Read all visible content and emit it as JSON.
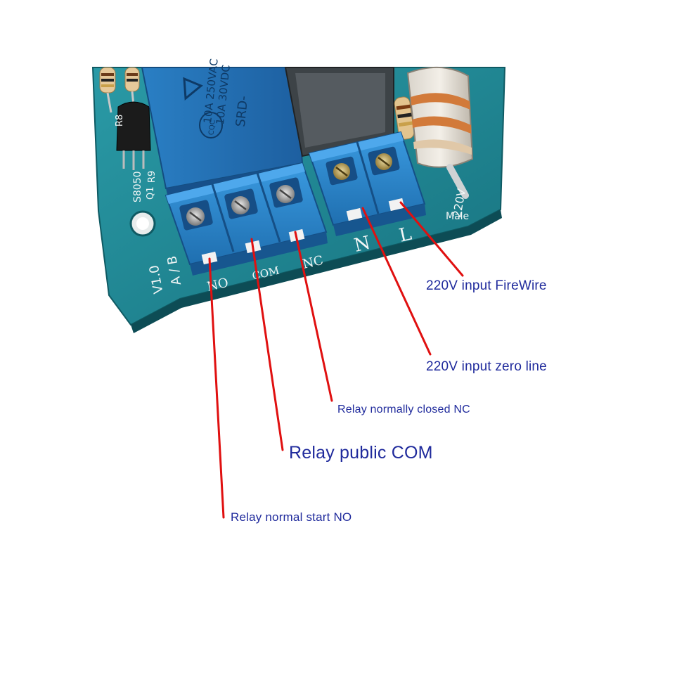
{
  "board": {
    "silk_no": "NO",
    "silk_com": "COM",
    "silk_nc": "NC",
    "silk_n": "N",
    "silk_l": "L",
    "silk_220v": "220V",
    "silk_male": "Male",
    "silk_version": "V1.0",
    "silk_ab": "A / B",
    "silk_s8050": "S8050",
    "silk_r9": "R9",
    "silk_q1": "Q1",
    "silk_r8": "R8",
    "relay_text_1": "10A 250VAC",
    "relay_text_2": "10A  30VDC",
    "relay_text_3": "SRD-",
    "relay_cqc": "CQC"
  },
  "callouts": {
    "firewire": "220V input FireWire",
    "zero_line": "220V input zero line",
    "normally_closed": "Relay normally closed NC",
    "public_com": "Relay public COM",
    "normal_start": "Relay normal start NO"
  },
  "colors": {
    "label_text": "#1f2a9c",
    "leader_line": "#e01010",
    "pcb": "#1e7f8c",
    "terminal_block": "#2e86c8",
    "relay_body": "#1f6fb5"
  }
}
